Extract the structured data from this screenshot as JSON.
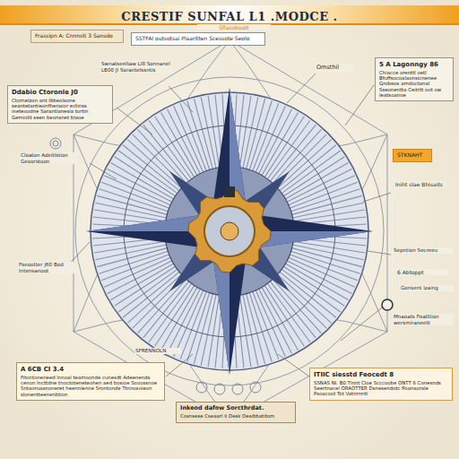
{
  "diagram": {
    "title": "CRESTIF SUNFAL L1 .MODCE .",
    "nodes": [
      {
        "text": [
          "Frassipn A: Cnnnsti 3 Sansdo"
        ]
      },
      {
        "text": [
          "SSTFAI outsotsai Plaaritten Scessote Seolo"
        ]
      },
      {
        "text": [
          "Ddabio Ctoronle J0",
          "Ctornelzon ant Ibbeolsone seantetantieonfhenaior ectinss ineteoodne Sarantlanesla tortin Gemiolit seen beonsnet blaoe"
        ]
      },
      {
        "text": [
          "5 A Lagonngy 86",
          "Chiacce orenttl oetl Bfuffsocoalaonsicnenee Grobeos arndoctanal Sseonentta Ceitrtt oot ow Ieatsoanoe"
        ]
      },
      {
        "text": [
          "A 6CB CI 3.4",
          "Fitontoneneed lnnoal teamoonde cunesdt Adeenenda cenon lncttdne tnoctoteneteohen aed bosioe Sooossnoe Sntaoroaanoneret heennlenne Srontonde Ttnnosoieon slonentteenenbtion"
        ]
      },
      {
        "text": [
          "Inkeod dafow Sorcthrdat.",
          "Cosnsese Cseaarl Ii Desk Oesibbatitom"
        ]
      },
      {
        "text": [
          "ITIIC siesstd Feocedt 8",
          "SSNAS NI. B0 Tlnnt Cloe Scccoobe ONTT 6 Conesnds Seertnacel ORAOTTER Dsnesendotc Poansorale Psoacoot Tot Vatnrnrdi"
        ]
      },
      {
        "text": [
          "STKNAHT"
        ]
      }
    ],
    "labels": [
      "Sflassboatt",
      "Swnatseeltaw LI8 Sonnanel LB00 JI Sorantelssntis",
      "Omsthil",
      "Cloaton Adeitlstion Geoorstoon",
      "Pseootter J60 Bod Intensanoot",
      "Iniht slae Bhisaits",
      "Sepntion Secreeu",
      "6 Abtoppt",
      "Gonsent Izaing",
      "Mnaoats Poatttion wersmiraneett",
      "SPRENNOLN"
    ]
  }
}
